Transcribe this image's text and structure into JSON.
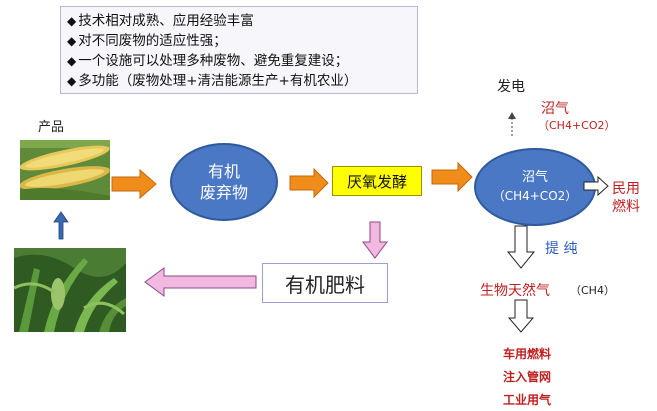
{
  "info_box": {
    "bullet_icon": "diamond-icon",
    "items": [
      "技术相对成熟、应用经验丰富",
      "对不同废物的适应性强；",
      "一个设施可以处理多种废物、避免重复建设；",
      "多功能（废物处理+清洁能源生产+有机农业）"
    ]
  },
  "product_label": "产品",
  "organic_waste": [
    "有机",
    "废弃物"
  ],
  "anaerobic_fermentation": "厌氧发酵",
  "organic_fertilizer": "有机肥料",
  "biogas_node": [
    "沼气",
    "（CH4+CO2）"
  ],
  "power_generation": "发电",
  "biogas_top": {
    "name": "沼气",
    "formula": "（CH4+CO2）"
  },
  "civil_fuel": [
    "民用",
    "燃料"
  ],
  "purification": "提  纯",
  "biogas_natural_gas": {
    "name": "生物天然气",
    "formula": "（CH4）"
  },
  "uses": [
    "车用燃料",
    "注入管网",
    "工业用气"
  ],
  "colors": {
    "node_blue": "#4a78c4",
    "arrow_orange": "#f08c1a",
    "arrow_pink": "#f2b8e0",
    "highlight_yellow": "#ffff00",
    "text_red": "#c02020",
    "arrow_blue": "#3a6ab0"
  }
}
